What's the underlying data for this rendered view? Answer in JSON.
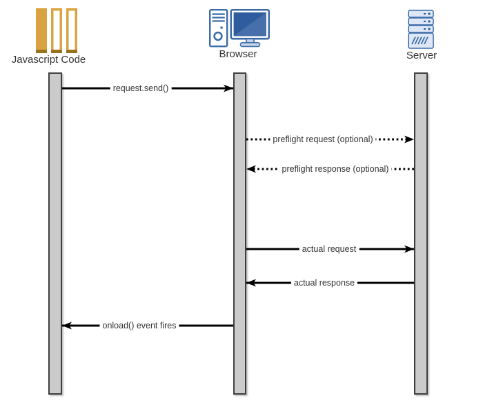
{
  "diagram": {
    "type": "sequence",
    "actors": [
      {
        "id": "js",
        "label": "Javascript Code",
        "icon": "code-bars-icon"
      },
      {
        "id": "browser",
        "label": "Browser",
        "icon": "desktop-computer-icon"
      },
      {
        "id": "server",
        "label": "Server",
        "icon": "server-stack-icon"
      }
    ],
    "messages": [
      {
        "from": "js",
        "to": "browser",
        "label": "request.send()",
        "line": "solid"
      },
      {
        "from": "browser",
        "to": "server",
        "label": "preflight request (optional)",
        "line": "dotted"
      },
      {
        "from": "server",
        "to": "browser",
        "label": "preflight response (optional)",
        "line": "dotted"
      },
      {
        "from": "browser",
        "to": "server",
        "label": "actual request",
        "line": "solid"
      },
      {
        "from": "server",
        "to": "browser",
        "label": "actual response",
        "line": "solid"
      },
      {
        "from": "browser",
        "to": "js",
        "label": "onload() event fires",
        "line": "solid"
      }
    ],
    "colors": {
      "icon_gold": "#D9A440",
      "icon_gold_dark": "#9A721E",
      "icon_blue": "#3C6CA8",
      "icon_screen_blue": "#2E5C9E",
      "icon_light_blue": "#DEE7F5",
      "icon_stand_blue": "#C6D3E6",
      "lifeline_fill": "#CBCBCB",
      "lifeline_border": "#3F3F3F",
      "arrow_black": "#000000",
      "text_gray": "#333333"
    }
  }
}
